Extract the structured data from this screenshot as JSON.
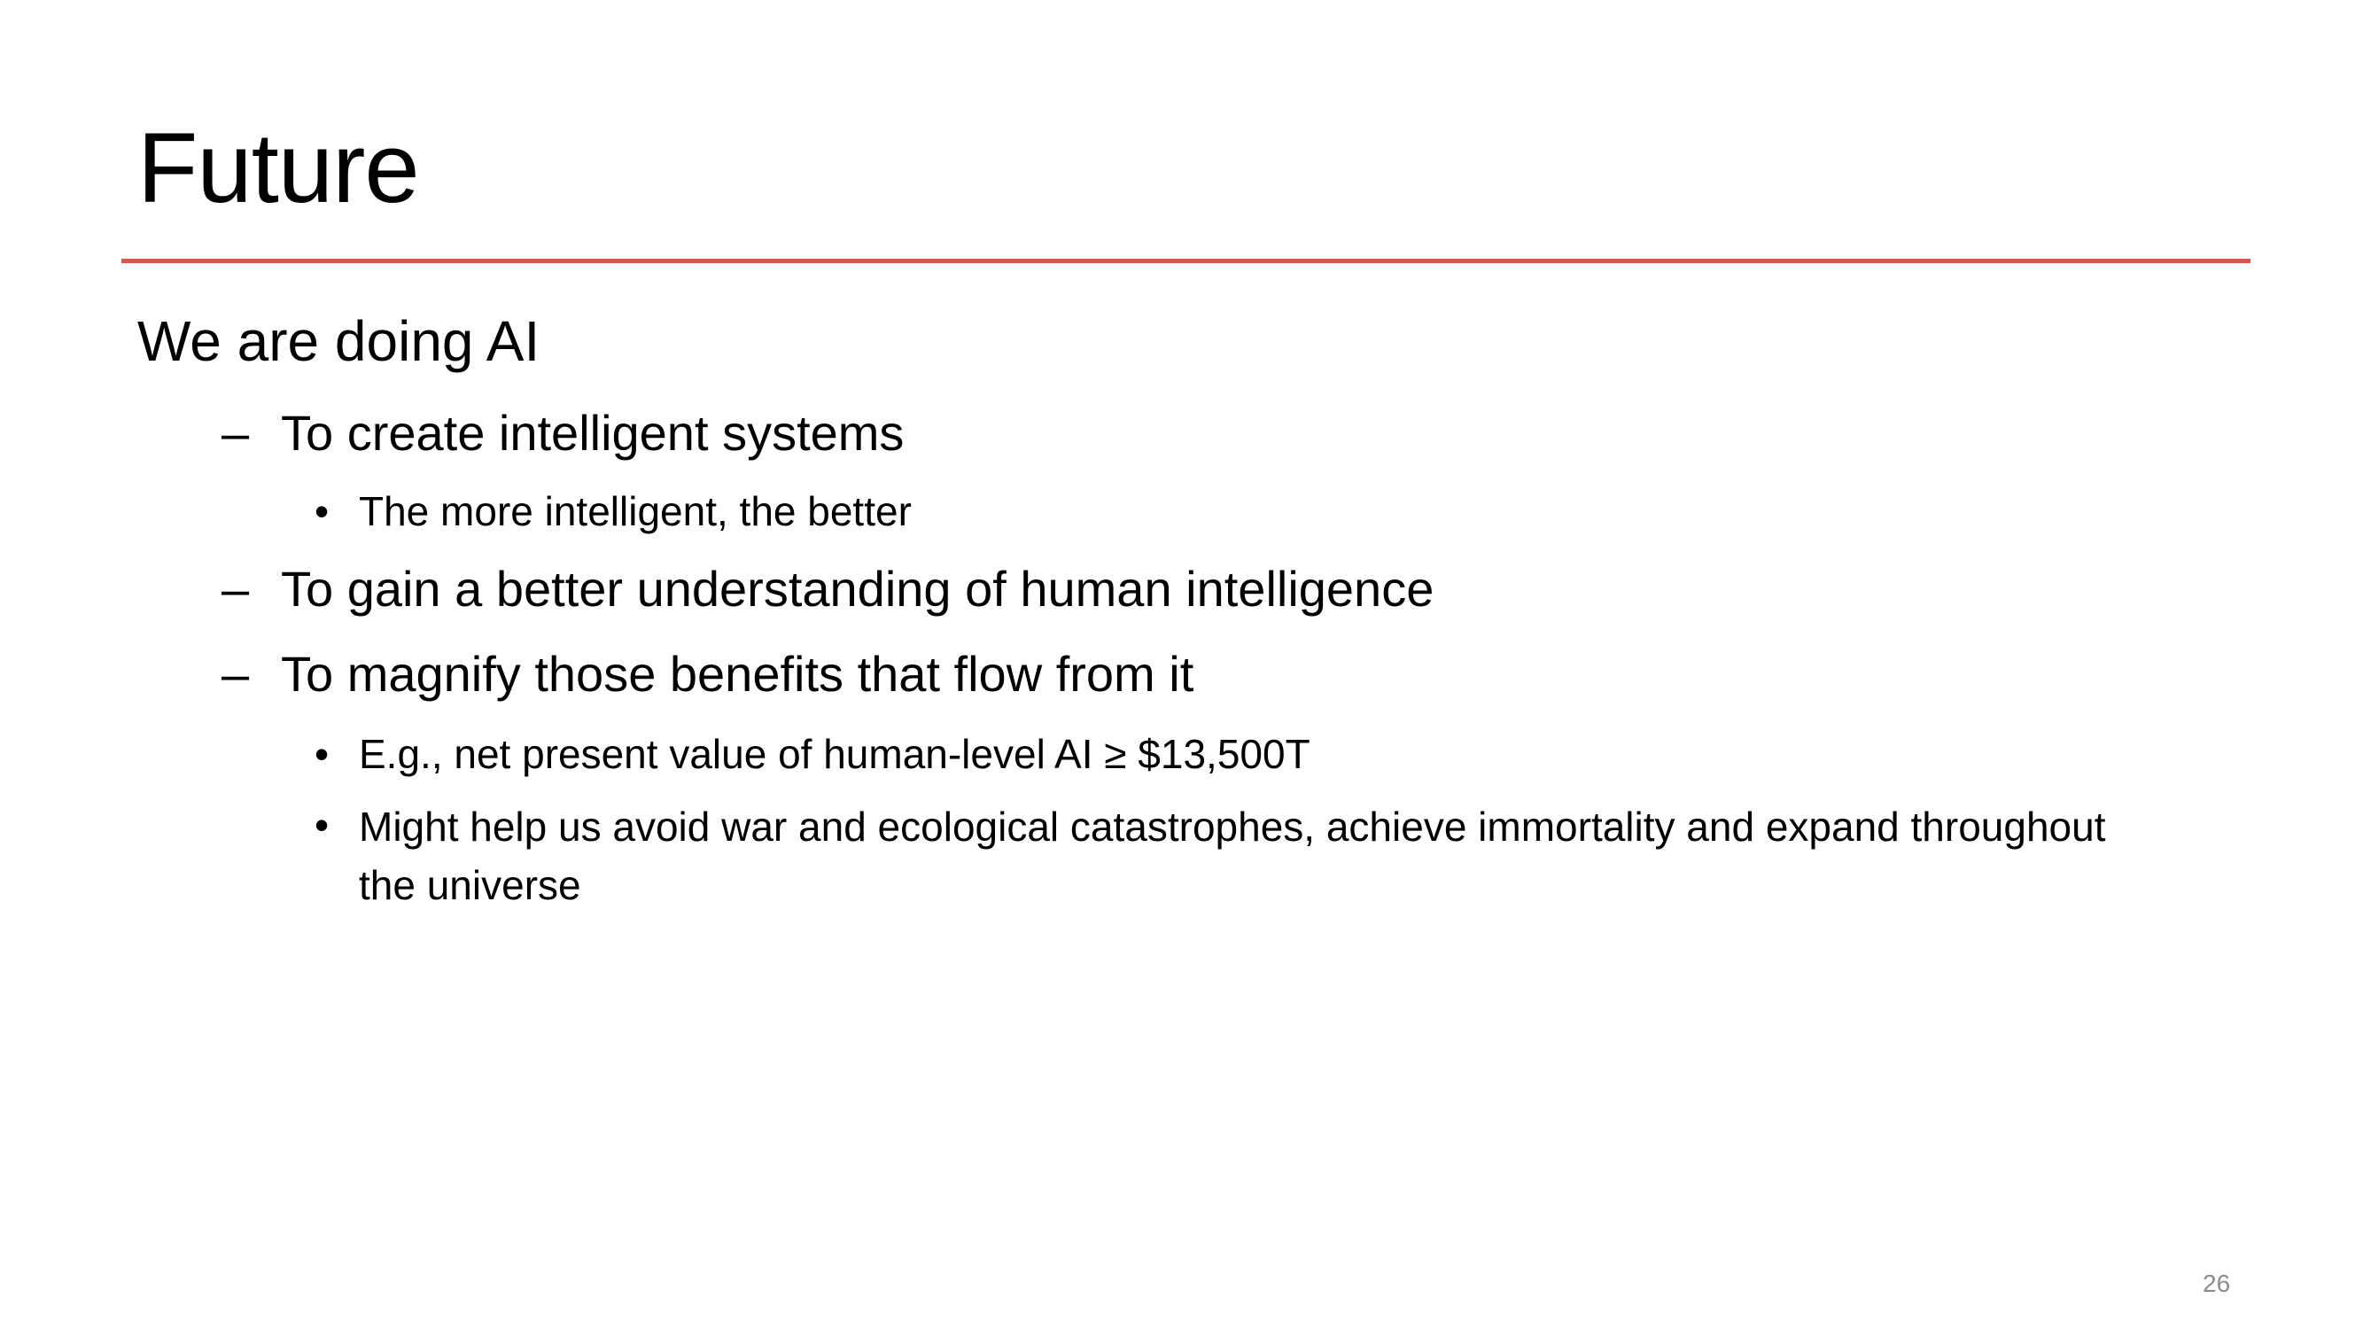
{
  "slide": {
    "title": "Future",
    "accent_color": "#d9534f",
    "bullets": {
      "heading": "We are doing AI",
      "items": [
        {
          "marker": "–",
          "text": "To create intelligent systems",
          "subitems": [
            {
              "marker": "•",
              "text": "The more intelligent, the better"
            }
          ]
        },
        {
          "marker": "–",
          "text": "To gain a better understanding of human intelligence",
          "subitems": []
        },
        {
          "marker": "–",
          "text": "To magnify those benefits that flow from it",
          "subitems": [
            {
              "marker": "•",
              "text": "E.g., net present value of human-level AI ≥ $13,500T"
            },
            {
              "marker": "•",
              "text": "Might help us avoid war and ecological catastrophes, achieve immortality and expand throughout the universe"
            }
          ]
        }
      ]
    },
    "page_number": "26"
  }
}
